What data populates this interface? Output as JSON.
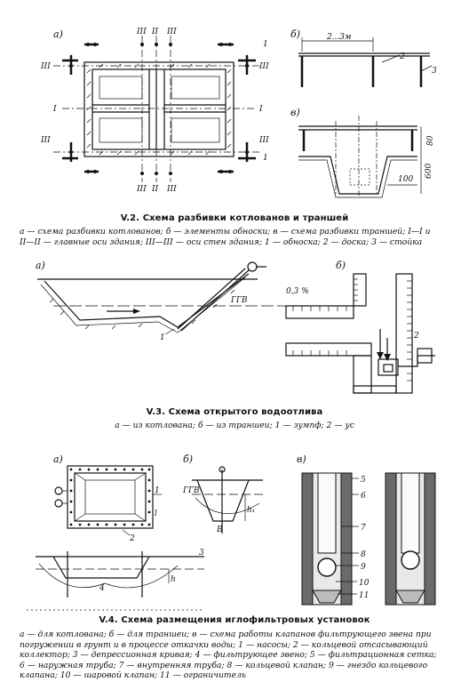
{
  "fig_v2": {
    "panel_a": "а)",
    "panel_b": "б)",
    "panel_v": "в)",
    "axis_I": "I",
    "axis_II": "II",
    "axis_III": "III",
    "num_1": "1",
    "num_2": "2",
    "num_3": "3",
    "dim_spacing": "2...3м",
    "dim_80": "80",
    "dim_600": "600",
    "dim_100": "100",
    "caption": "V.2. Схема разбивки котлованов и траншей",
    "legend_lines": [
      "а — схема разбивки котлованов; б — элементы обноски; в — схема разбивки траншей; I—I и",
      "II—II — главные оси здания; III—III — оси стен здания; 1 — обноска; 2 — доска; 3 — стойка"
    ]
  },
  "fig_v3": {
    "panel_a": "а)",
    "panel_b": "б)",
    "label_gwl": "ГГВ",
    "slope": "0,3 %",
    "num_1": "1",
    "num_2": "2",
    "caption": "V.3. Схема открытого водоотлива",
    "legend": "а — из котлована; б — из траншеи; 1 — зумпф; 2 — ус"
  },
  "fig_v4": {
    "panel_a": "а)",
    "panel_b": "б)",
    "panel_v": "в)",
    "label_gwl": "ГГВ",
    "dim_l": "l",
    "dim_h": "h",
    "dim_h1": "h₁",
    "dim_B": "B",
    "nums": [
      "1",
      "2",
      "3",
      "4",
      "5",
      "6",
      "7",
      "8",
      "9",
      "10",
      "11"
    ],
    "caption": "V.4. Схема размещения иглофильтровых установок",
    "legend_lines": [
      "а — для котлована; б — для траншеи; в — схема работы клапанов фильтрующего звена при",
      "погружении в грунт и в процессе откачки воды; 1 — насосы; 2 — кольцевой отсасывающий",
      "коллектор; 3 — депрессионная кривая; 4 — фильтрующее звено; 5 — фильтрационная сетка;",
      "6 — наружная труба; 7 — внутренняя труба; 8 — кольцевой клапан; 9 — гнездо кольцевого",
      "клапана; 10 — шаровой клапан; 11 — ограничитель"
    ]
  }
}
